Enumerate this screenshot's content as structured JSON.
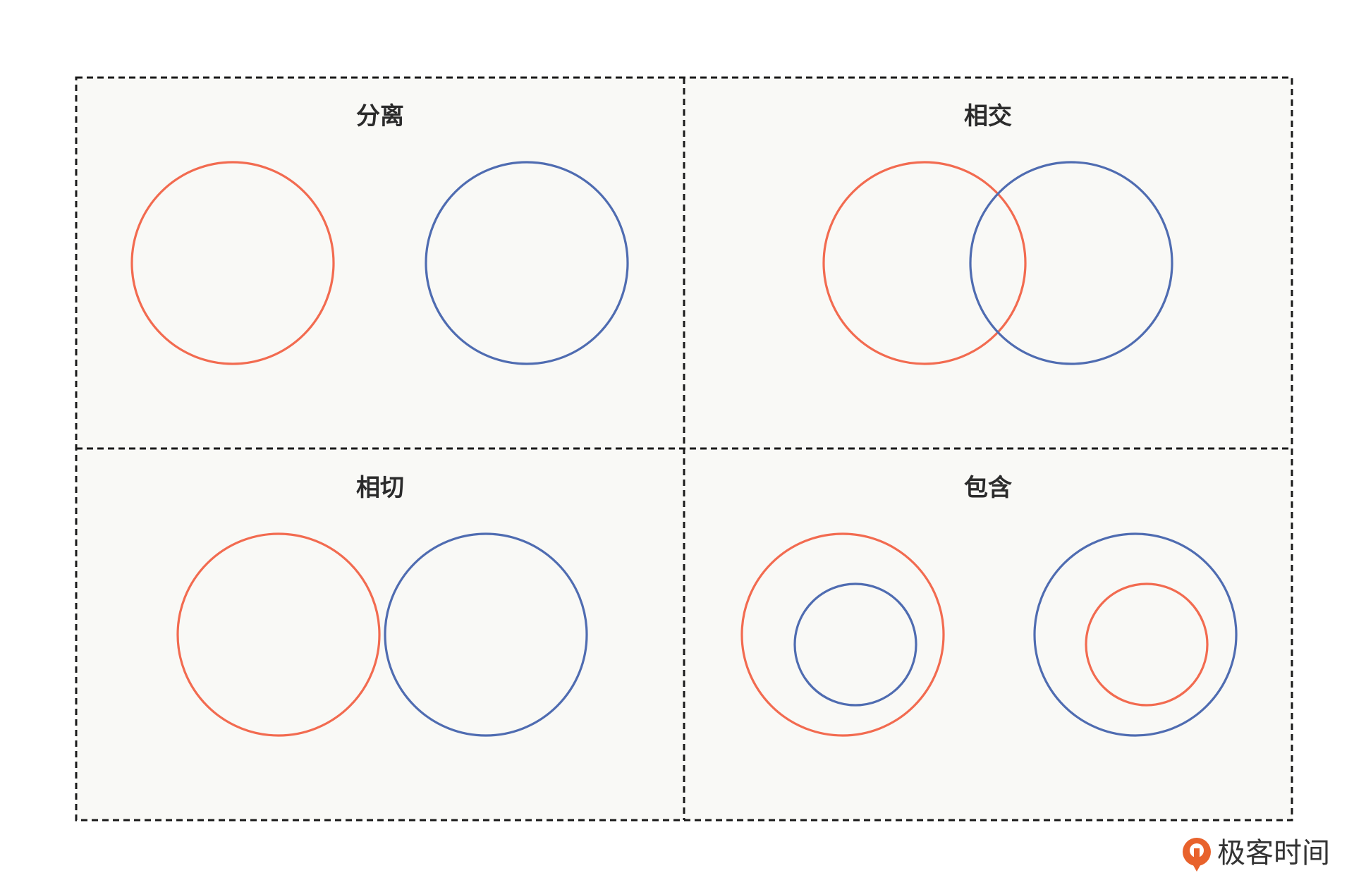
{
  "panels": {
    "separate": {
      "title": "分离"
    },
    "intersect": {
      "title": "相交"
    },
    "tangent": {
      "title": "相切"
    },
    "contain": {
      "title": "包含"
    }
  },
  "brand": {
    "name": "极客时间"
  },
  "colors": {
    "ring_red": "#f26b50",
    "ring_blue": "#4f6cb1",
    "panel_background": "#f9f9f6",
    "border": "#1a1a1a",
    "brand_logo": "#e8622c"
  }
}
